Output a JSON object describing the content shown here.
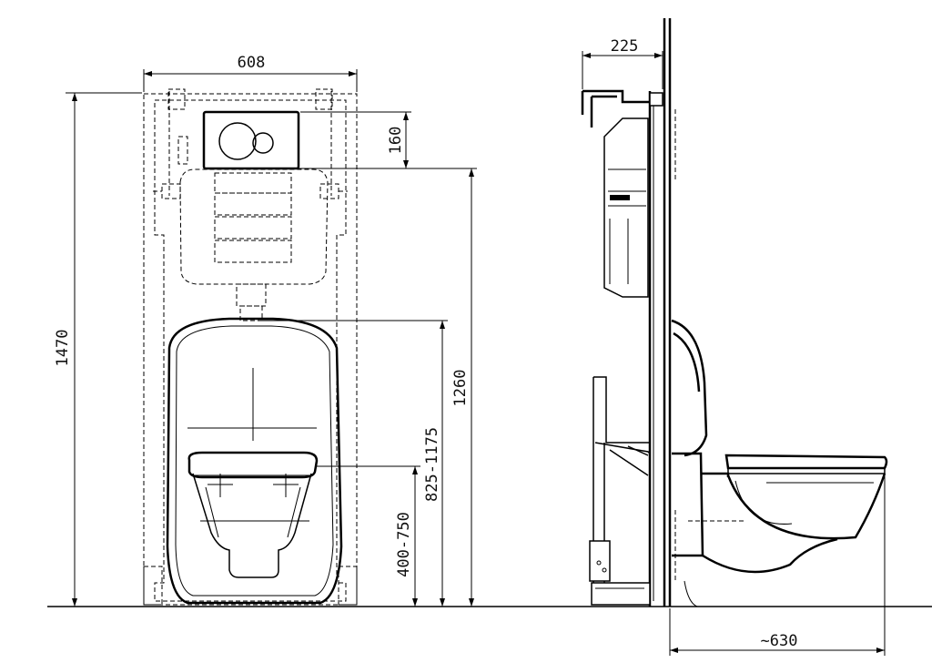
{
  "dimensions": {
    "frame_width": "608",
    "flush_plate_height": "160",
    "total_height": "1470",
    "flush_height": "1260",
    "connection_range": "825-1175",
    "seat_range": "400-750",
    "frame_depth": "225",
    "projection": "~630"
  }
}
